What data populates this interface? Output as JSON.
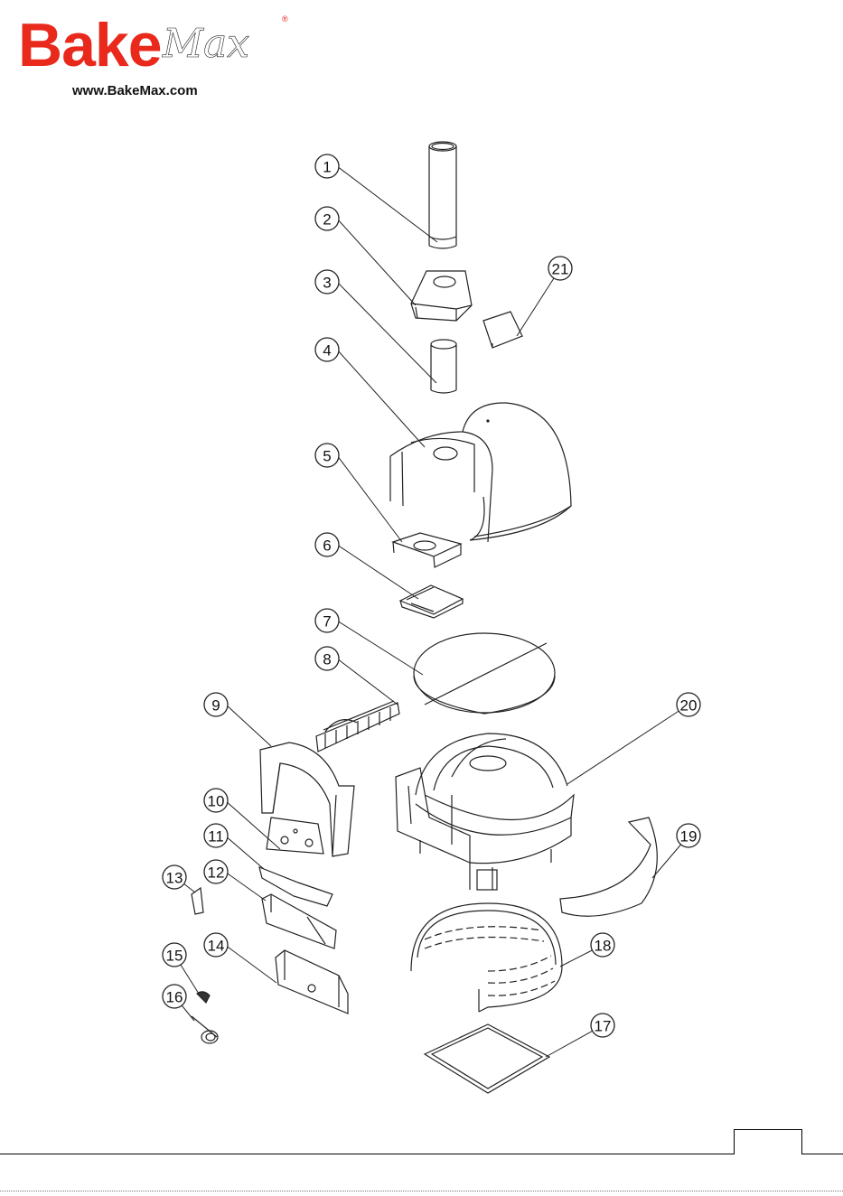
{
  "brand": {
    "word1": "Bake",
    "word2": "Max",
    "registered": "®",
    "url": "www.BakeMax.com",
    "accent_color": "#e8291c"
  },
  "diagram": {
    "callouts": [
      "1",
      "2",
      "3",
      "4",
      "5",
      "6",
      "7",
      "8",
      "9",
      "10",
      "11",
      "12",
      "13",
      "14",
      "15",
      "16",
      "17",
      "18",
      "19",
      "20",
      "21"
    ]
  },
  "footer": {
    "page_number": ""
  }
}
